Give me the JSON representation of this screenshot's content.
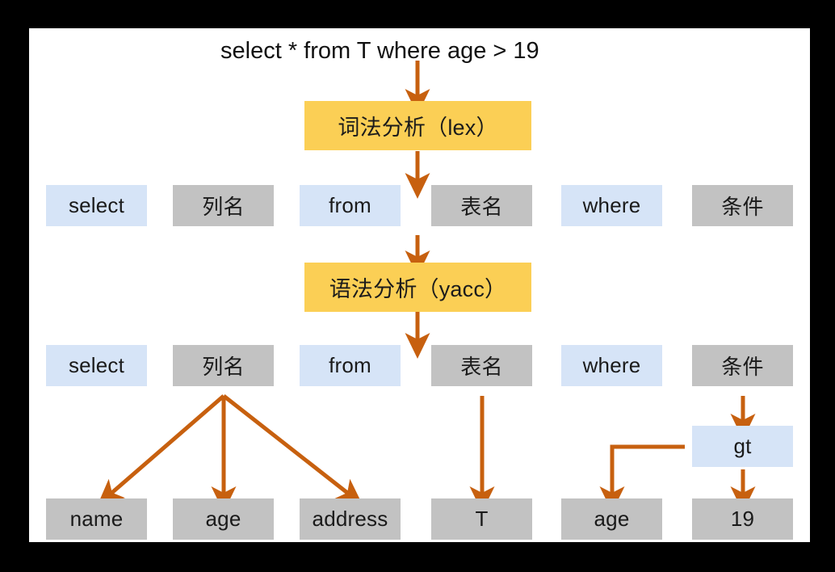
{
  "diagram": {
    "title": "select * from T where age > 19",
    "colors": {
      "background": "#000000",
      "canvas": "#ffffff",
      "keyword_box": "#d6e4f7",
      "token_box": "#c2c2c2",
      "stage_box": "#fbcf55",
      "arrow": "#c7600f",
      "text": "#1a1a1a"
    },
    "stages": [
      {
        "label": "词法分析（lex）"
      },
      {
        "label": "语法分析（yacc）"
      }
    ],
    "lex_tokens": [
      {
        "label": "select",
        "kind": "keyword"
      },
      {
        "label": "列名",
        "kind": "token"
      },
      {
        "label": "from",
        "kind": "keyword"
      },
      {
        "label": "表名",
        "kind": "token"
      },
      {
        "label": "where",
        "kind": "keyword"
      },
      {
        "label": "条件",
        "kind": "token"
      }
    ],
    "yacc_tokens": [
      {
        "label": "select",
        "kind": "keyword"
      },
      {
        "label": "列名",
        "kind": "token"
      },
      {
        "label": "from",
        "kind": "keyword"
      },
      {
        "label": "表名",
        "kind": "token"
      },
      {
        "label": "where",
        "kind": "keyword"
      },
      {
        "label": "条件",
        "kind": "token"
      }
    ],
    "operator": {
      "label": "gt",
      "kind": "keyword"
    },
    "leaves": [
      {
        "label": "name",
        "kind": "token"
      },
      {
        "label": "age",
        "kind": "token"
      },
      {
        "label": "address",
        "kind": "token"
      },
      {
        "label": "T",
        "kind": "token"
      },
      {
        "label": "age",
        "kind": "token"
      },
      {
        "label": "19",
        "kind": "token"
      }
    ]
  }
}
